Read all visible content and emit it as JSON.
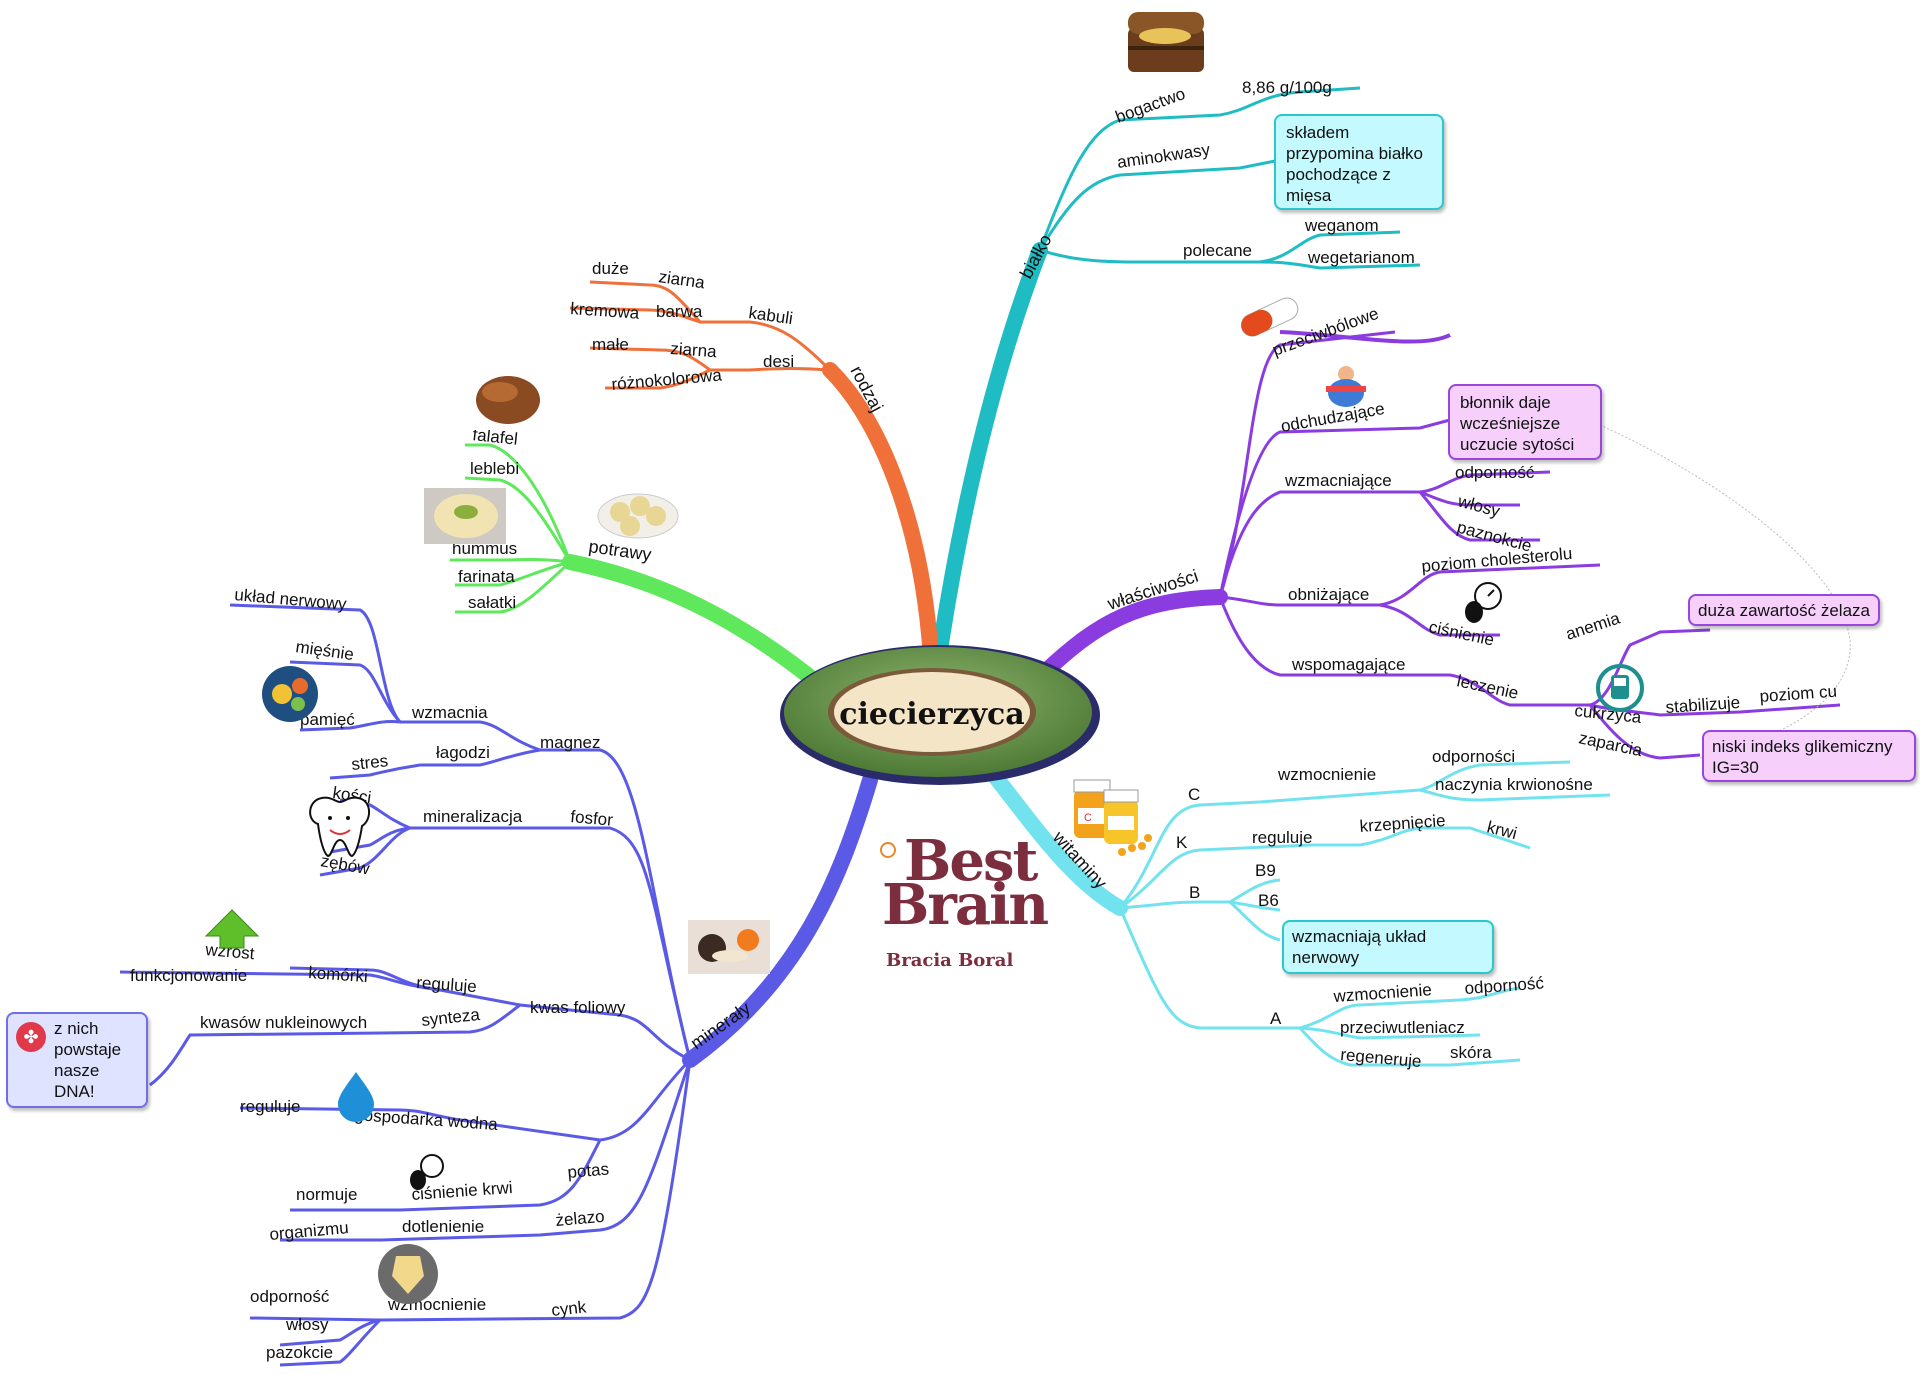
{
  "center": {
    "title": "ciecierzyca"
  },
  "colors": {
    "protein": "#1fbcc3",
    "properties": "#8a3ce0",
    "vitamins": "#72e3ee",
    "minerals": "#5a5ae6",
    "dishes": "#5fe85c",
    "types": "#f0703a"
  },
  "logo": {
    "line1": "Best",
    "line2": "Brain",
    "line3": "Bracia Boral"
  },
  "protein": {
    "label": "białko",
    "wealth": "bogactwo",
    "wealth_value": "8,86 g/100g",
    "amino": "aminokwasy",
    "amino_note": "składem przypomina białko pochodzące z mięsa",
    "recommended": "polecane",
    "vegans": "weganom",
    "vegetarians": "wegetarianom",
    "icons": [
      "treasure-chest-icon"
    ]
  },
  "properties": {
    "label": "właściwości",
    "painkiller": "przeciwbólowe",
    "slimming": "odchudzające",
    "fiber_note": "błonnik daje wcześniejsze uczucie sytości",
    "strengthening": "wzmacniające",
    "immunity": "odporność",
    "hair": "włosy",
    "nails": "paznokcie",
    "lowering": "obniżające",
    "cholesterol": "poziom cholesterolu",
    "pressure": "ciśnienie",
    "supporting": "wspomagające",
    "treatment": "leczenie",
    "anemia": "anemia",
    "iron_note": "duża zawartość żelaza",
    "diabetes": "cukrzyca",
    "stabilizes": "stabilizuje",
    "sugar_level": "poziom cu",
    "gi_note": "niski indeks glikemiczny IG=30",
    "constipation": "zaparcia"
  },
  "vitamins": {
    "label": "witaminy",
    "c": "C",
    "c_strength": "wzmocnienie",
    "c_immunity": "odporności",
    "c_vessels": "naczynia krwionośne",
    "k": "K",
    "k_regulates": "reguluje",
    "k_clotting": "krzepnięcie",
    "k_blood": "krwi",
    "b": "B",
    "b9": "B9",
    "b6": "B6",
    "b_note": "wzmacniają układ nerwowy",
    "a": "A",
    "a_strength": "wzmocnienie",
    "a_immunity": "odporność",
    "a_antioxidant": "przeciwutleniacz",
    "a_regenerates": "regeneruje",
    "a_skin": "skóra"
  },
  "minerals": {
    "label": "minerały",
    "magnesium": "magnez",
    "strengthens": "wzmacnia",
    "nervous": "układ nerwowy",
    "muscles": "mięśnie",
    "memory": "pamięć",
    "soothes": "łagodzi",
    "stress": "stres",
    "phosphorus": "fosfor",
    "mineralization": "mineralizacja",
    "bones": "kości",
    "teeth": "zębów",
    "folic": "kwas foliowy",
    "regulates": "reguluje",
    "cells": "komórki",
    "growth": "wzrost",
    "functioning": "funkcjonowanie",
    "synthesis": "synteza",
    "nucleic": "kwasów nukleinowych",
    "dna_note": "z nich powstaje nasze DNA!",
    "potassium": "potas",
    "water": "gospodarka wodna",
    "p_regulates": "reguluje",
    "blood_pressure": "ciśnienie krwi",
    "normalizes": "normuje",
    "iron": "żelazo",
    "oxygenation": "dotlenienie",
    "organism": "organizmu",
    "zinc": "cynk",
    "z_strength": "wzmocnienie",
    "z_immunity": "odporność",
    "z_hair": "włosy",
    "z_nails": "pazokcie"
  },
  "dishes": {
    "label": "potrawy",
    "falafel": "falafel",
    "leblebi": "leblebi",
    "hummus": "hummus",
    "farinata": "farinata",
    "salads": "sałatki"
  },
  "types": {
    "label": "rodzaj",
    "kabuli": "kabuli",
    "grains1": "ziarna",
    "big": "duże",
    "color": "barwa",
    "creamy": "kremowa",
    "desi": "desi",
    "grains2": "ziarna",
    "small": "małe",
    "multicolor": "różnokolorowa"
  }
}
